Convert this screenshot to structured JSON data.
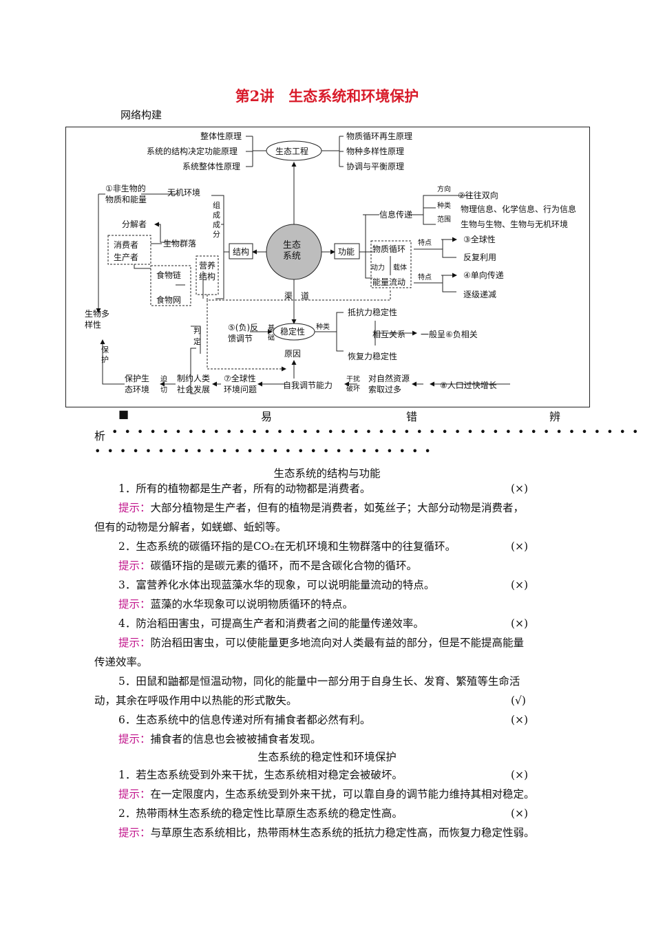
{
  "title": "第2讲　生态系统和环境保护",
  "network_heading": "网络构建",
  "diagram": {
    "center": [
      "生态",
      "系统"
    ],
    "eco_eng": "生态工程",
    "principles_left": [
      "整体性原理",
      "系统的结构决定功能原理",
      "系统整体性原理"
    ],
    "principles_right": [
      "物质循环再生原理",
      "物种多样性原理",
      "协调与平衡原理"
    ],
    "structure": "结构",
    "function": "功能",
    "nonliving": [
      "①非生物的",
      "物质和能量"
    ],
    "abiotic_env": "无机环境",
    "composition": [
      "组",
      "成",
      "成",
      "分"
    ],
    "decomposer": "分解者",
    "consumer_producer": [
      "消费者",
      "生产者"
    ],
    "community": "生物群落",
    "food_chain": "食物链",
    "food_web": "食物网",
    "trophic": [
      "营养",
      "结构"
    ],
    "biodiversity": [
      "生物多",
      "样性"
    ],
    "protect": [
      "保",
      "护"
    ],
    "info": "信息传递",
    "direction": "方向",
    "bidirectional": "②往往双向",
    "kind": "种类",
    "info_kinds": "物理信息、化学信息、行为信息",
    "scope": "范围",
    "info_scope": "生物与生物、生物与无机环境",
    "mat_cycle": "物质循环",
    "energy_flow": "能量流动",
    "power": "动力",
    "carrier": "载体",
    "feature1": "特点",
    "global": "③全球性",
    "reuse": "反复利用",
    "feature2": "特点",
    "one_way": "④单向传递",
    "decrease": "逐级递减",
    "channel": "渠　道",
    "stability": "稳定性",
    "types": "种类",
    "resist": "抵抗力稳定性",
    "mutual": "相互关系",
    "general": "一般呈⑥负相关",
    "recover": "恢复力稳定性",
    "feedback": [
      "⑤(负)反",
      "馈调节"
    ],
    "basis": [
      "基",
      "础"
    ],
    "judge": [
      "判",
      "定"
    ],
    "reason": "原因",
    "self_reg": "自我调节能力",
    "disturb": [
      "干扰",
      "破坏"
    ],
    "over_take": [
      "对自然资源",
      "索取过多"
    ],
    "pop_growth": "⑧人口过快增长",
    "global_env": [
      "⑦全球性",
      "环境问题"
    ],
    "restrict": [
      "制约人类",
      "社会发展"
    ],
    "urgent": [
      "迫",
      "切"
    ],
    "protect_env": [
      "保护生",
      "态环境"
    ]
  },
  "errors": {
    "heading_chars": [
      "■",
      "易",
      "错",
      "辨",
      "析"
    ],
    "section1": "生态系统的结构与功能",
    "items1": [
      {
        "q": "1．所有的植物都是生产者，所有的动物都是消费者。",
        "mark": "(×)",
        "hint_label": "提示：",
        "hint": [
          "大部分植物是生产者，但有的植物是消费者，如菟丝子；大部分动物是消费者，",
          "但有的动物是分解者，如蜣螂、蚯蚓等。"
        ]
      },
      {
        "q": "2．生态系统的碳循环指的是CO₂在无机环境和生物群落中的往复循环。",
        "mark": "(×)",
        "hint_label": "提示：",
        "hint": [
          "碳循环指的是碳元素的循环，而不是含碳化合物的循环。"
        ]
      },
      {
        "q": "3．富营养化水体出现蓝藻水华的现象，可以说明能量流动的特点。",
        "mark": "(×)",
        "hint_label": "提示：",
        "hint": [
          "蓝藻的水华现象可以说明物质循环的特点。"
        ]
      },
      {
        "q": "4．防治稻田害虫，可提高生产者和消费者之间的能量传递效率。",
        "mark": "(×)",
        "hint_label": "提示：",
        "hint": [
          "防治稻田害虫，可以使能量更多地流向对人类最有益的部分，但是不能提高能量",
          "传递效率。"
        ]
      },
      {
        "q": "5．田鼠和鼬都是恒温动物，同化的能量中一部分用于自身生长、发育、繁殖等生命活",
        "q2": "动，其余在呼吸作用中以热能的形式散失。",
        "mark": "(√)"
      },
      {
        "q": "6．生态系统中的信息传递对所有捕食者都必然有利。",
        "mark": "(×)",
        "hint_label": "提示：",
        "hint": [
          "捕食者的信息也会被被捕食者发现。"
        ]
      }
    ],
    "section2": "生态系统的稳定性和环境保护",
    "items2": [
      {
        "q": "1．若生态系统受到外来干扰，生态系统相对稳定会被破坏。",
        "mark": "(×)",
        "hint_label": "提示：",
        "hint": [
          "在一定限度内，生态系统受到外来干扰，可以靠自身的调节能力维持其相对稳定。"
        ]
      },
      {
        "q": "2．热带雨林生态系统的稳定性比草原生态系统的稳定性高。",
        "mark": "(×)",
        "hint_label": "提示：",
        "hint": [
          "与草原生态系统相比，热带雨林生态系统的抵抗力稳定性高，而恢复力稳定性弱。"
        ]
      }
    ]
  }
}
